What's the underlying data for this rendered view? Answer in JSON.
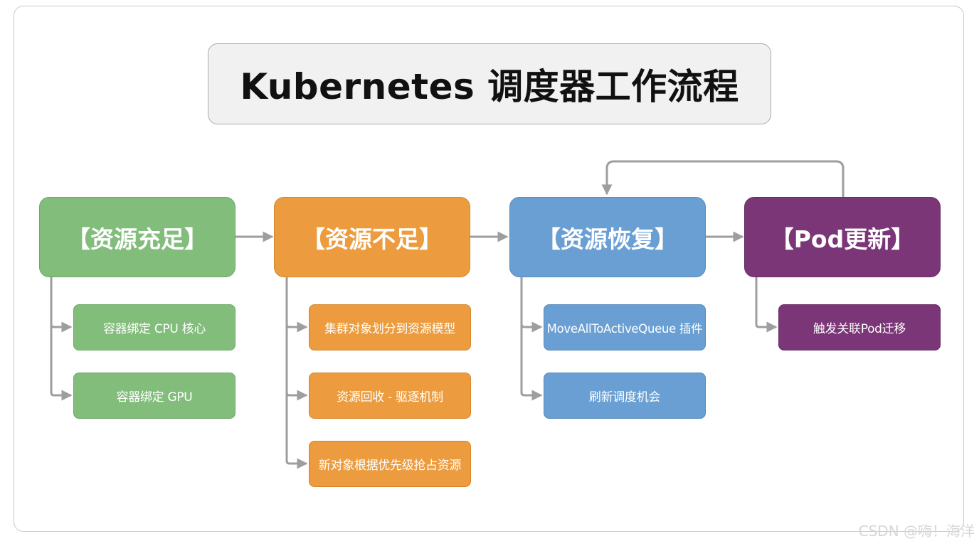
{
  "title": "Kubernetes 调度器工作流程",
  "stages": [
    {
      "label": "【资源充足】",
      "color": "#82bd7c",
      "children": [
        "容器绑定 CPU 核心",
        "容器绑定 GPU"
      ]
    },
    {
      "label": "【资源不足】",
      "color": "#ec9c3e",
      "children": [
        "集群对象划分到资源模型",
        "资源回收 - 驱逐机制",
        "新对象根据优先级抢占资源"
      ]
    },
    {
      "label": "【资源恢复】",
      "color": "#6a9fd3",
      "children": [
        "MoveAllToActiveQueue 插件",
        "刷新调度机会"
      ]
    },
    {
      "label": "【Pod更新】",
      "color": "#7b3677",
      "children": [
        "触发关联Pod迁移"
      ]
    }
  ],
  "watermark": "CSDN @嗨！海洋"
}
